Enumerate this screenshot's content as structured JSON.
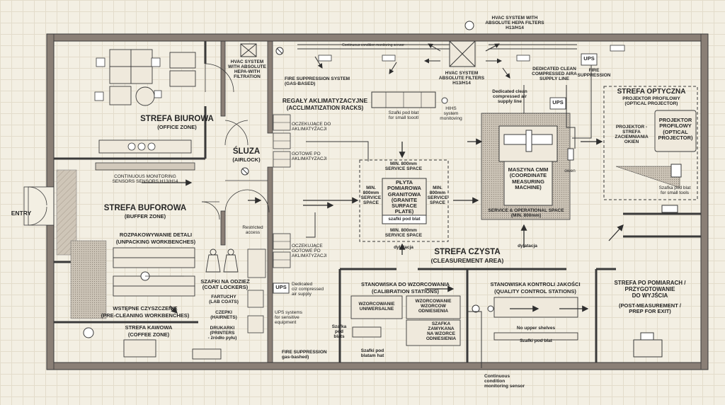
{
  "zones": {
    "office": {
      "title": "STREFA BIUROWA",
      "subtitle": "(OFFICE ZONE)"
    },
    "buffer": {
      "title": "STREFA BUFOROWA",
      "subtitle": "(BUFFER ZONE)"
    },
    "unpacking": {
      "title": "ROZPAKOWYWANIE DETALI",
      "subtitle": "(UNPACKING WORKBENCHES)"
    },
    "precleaning": {
      "title": "WSTĘPNE CZYSZCZENIE",
      "subtitle": "(PRE-CLEANING WORKBENCHES)"
    },
    "coffee": {
      "title": "STREFA KAWOWA",
      "subtitle": "(COFFEE ZONE)"
    },
    "airlock": {
      "title": "ŚLUZA",
      "subtitle": "(AIRLOCK)"
    },
    "acclimatization": {
      "title": "REGAŁY AKLIMATYZACYJNE",
      "subtitle": "(ACCLIMATIZATION RACKS)"
    },
    "clean": {
      "title": "STREFA CZYSTA",
      "subtitle": "(CLEASUREMENT AREA)"
    },
    "calibration": {
      "title": "STANOWISKA DO WZORCOWANIA",
      "subtitle": "(CALIBRATION STATIONS)"
    },
    "quality": {
      "title": "STANOWISKA KONTROLI JAKOŚCI",
      "subtitle": "(QUALITY CONTROL STATIONS)"
    },
    "optical": {
      "title": "STREFA OPTYCZNA",
      "subtitle": "PROJEKTOR PROFILOWY\n(OPTICAL PROJECTOR)"
    },
    "post": {
      "title": "STREFA PO POMIARACH /\nPRZYGOTOWANIE\nDO WYJŚCIA",
      "subtitle": "(POST-MEASUREMENT /\nPREP FOR EXIT)"
    }
  },
  "labels": {
    "entry": "ENTRY",
    "continuous_sensors": "CONTINUOUS MONITORING\nSENSORS SENSORS H13/H14",
    "hvac_left": "HVAC SYSTEM\nWITH ABSOLUTE\nHEPA-WITH\nFILTRATION",
    "fire_top": "FIRE SUPPRESSION SYSTEM\n(GAS-BASED)",
    "rack_await": "OCZEKUJĄCE DO\nAKLIMATYZACJI",
    "rack_ready": "GOTOWE PO\nAKLIMATYZACJI",
    "rack_lower": "OCZEKUJĄCE\nGOTOWE PO\nAKLIMATYZACJI",
    "restricted": "Restricted\naccess",
    "coat_lockers": "SZAFKI NA ODZIEŻ\n(COAT LOCKERS)",
    "lab_coats": "FARTUCHY\n(LAB COATS)",
    "hairnets": "CZEPKI\n(HAIRNETS)",
    "printers": "DRUKARKI\n(PRINTERS\n- źródło pyłu)",
    "ups": "UPS",
    "ups_compressed": "Dedicated\nciz compressed\nair supply",
    "ups_systems": "UPS systems\nfor sensitive\nequipment",
    "fire_bottom": "FIRE SUPPRESSION\ngas-bashed)",
    "hvac_top": "HVAC SYSTEM WITH\nABSOLUTE HEPA FILTERS\nH13/H14",
    "hvac_mid": "HVAC SYSTEM\nABSOLUTE FILTERS\nH13/H14",
    "continuous_top": "Continuous condition monitoring sensor",
    "small_tools": "Szafki pod blat\nfor small toootl",
    "hihs": "HIHS\nsystem\nmonitoving",
    "compressed_left": "Dedicated clean\ncompressed air\nsupply line",
    "compressed_right": "DEDICATED CLEAN\nCOMPRESSED AIRA\nSUPPLY LINE",
    "fire_right": "FIRE\nSUPPRESSION",
    "cmm": "MASZYNA CMM\n(COORDINATE\nMEASURING\nMACHINE)",
    "cmm_space": "SERVICE & OPERATIONAL SPACE\n(MIN. 800mm)",
    "owen": "owen",
    "dylatacja": "dylatacja",
    "granite": "PŁYTA\nPOMIAROWA\nGRANITOWA\n(GRANITE\nSURFACE PLATE)",
    "service_top": "MIN. 800mm\nSERVICE SPACE",
    "service_left": "MIN.\n800mm\nSERVICE\nSPACE",
    "service_right": "MIN.\n800mm\nSERVICE\nSPACE",
    "service_bottom": "MIN. 800mm\nSERVICE SPACE",
    "szafki_blat": "szafki pod blat",
    "optical_side": "PROJEKTOR -\nSTREFA\nZACIEMNIANIA\nOKIEN",
    "optical_box": "PROJEKTOR\nPROFILOWY\n(OPTICAL\nPROJECTOR)",
    "small_tools_right": "Szafka pod blat\nfor small tools",
    "wzorcowanie_uni": "WZORCOWANIE\nUNIWERSALNE",
    "wzorcowanie_odn": "WZORCOWANIE\nWZORCOW\nODNIESIENIA",
    "szafka_zamykana": "SZAFKA\nZAMYKANA\nNA WZORCE\nODNIESIENIA",
    "szafka_pod_blats": "Szafka\npod\nblats",
    "szafki_pod_blatam": "Szafki pod\nblatam hat",
    "no_upper": "No upper shelves",
    "szafki_pod_blat2": "Szafki pod blat",
    "continuous_bottom": "Continuous\ncondition\nmonitoring sensor"
  },
  "colors": {
    "wall": "#8a7f76",
    "line": "#3a3a3a",
    "paper": "#f3efe3",
    "grid": "#e3dccb"
  }
}
